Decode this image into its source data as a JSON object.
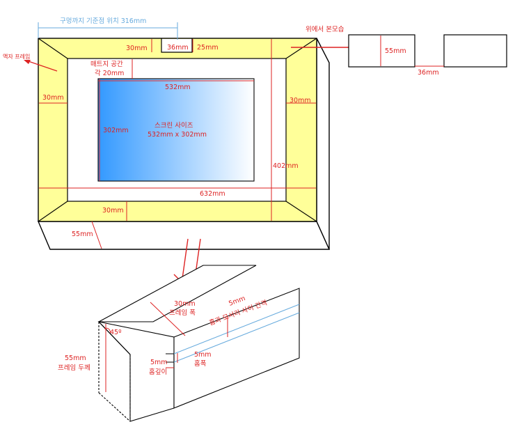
{
  "labels": {
    "hole_position": "구멍까지 기준점 위치 316mm",
    "frame_label": "액자 프레임",
    "hole_depth_30": "30mm",
    "hole_width_36": "36mm",
    "hole_side_25": "25mm",
    "mat_space_line1": "매트지 공간",
    "mat_space_line2": "각 20mm",
    "screen_width_top": "532mm",
    "frame_left_30": "30mm",
    "frame_right_30": "30mm",
    "screen_height_302": "302mm",
    "screen_size_title": "스크린 사이즈",
    "screen_size_value": "532mm x 302mm",
    "outer_height_402": "402mm",
    "outer_width_632": "632mm",
    "frame_bottom_30": "30mm",
    "depth_55": "55mm",
    "top_view_title": "위에서 본모습",
    "top_view_55": "55mm",
    "top_view_36": "36mm",
    "detail_width_value": "30mm",
    "detail_width_label": "프레임 폭",
    "detail_groove_gap_value": "5mm",
    "detail_groove_gap_label": "홈과 모서리 사이 간격",
    "detail_angle": "45º",
    "detail_thickness_value": "55mm",
    "detail_thickness_label": "프레임 두께",
    "detail_groove_width_value": "5mm",
    "detail_groove_width_label": "홈폭",
    "detail_groove_depth_value": "5mm",
    "detail_groove_depth_label": "홈깊이"
  },
  "colors": {
    "frame_fill": "#ffff99",
    "dimension_red": "#dd2222",
    "dimension_blue": "#66aadd",
    "outline": "#000000",
    "screen_gradient_start": "#3399ff",
    "screen_gradient_end": "#ffffff"
  }
}
